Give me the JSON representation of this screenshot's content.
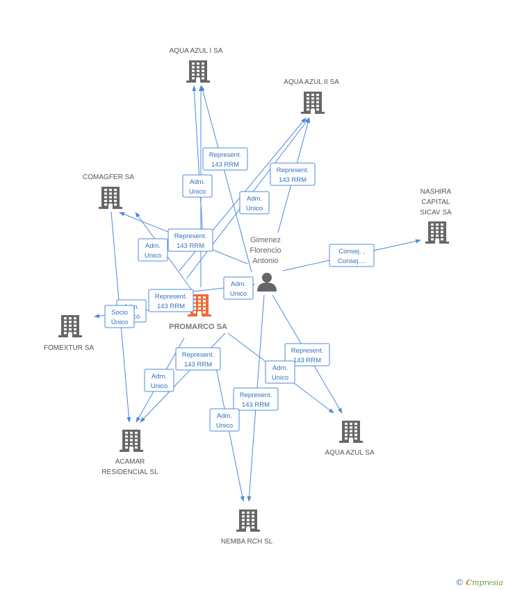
{
  "colors": {
    "edge": "#4a89dc",
    "building": "#666666",
    "focus": "#ef6b3a",
    "person": "#666666"
  },
  "nodes": [
    {
      "id": "aqua1",
      "label": [
        "AQUA AZUL I SA"
      ],
      "type": "building",
      "icon": "building-icon"
    },
    {
      "id": "aqua2",
      "label": [
        "AQUA AZUL II SA"
      ],
      "type": "building",
      "icon": "building-icon"
    },
    {
      "id": "comagfer",
      "label": [
        "COMAGFER SA"
      ],
      "type": "building",
      "icon": "building-icon"
    },
    {
      "id": "nashira",
      "label": [
        "NASHIRA",
        "CAPITAL",
        "SICAV SA"
      ],
      "type": "building",
      "icon": "building-icon"
    },
    {
      "id": "gimenez",
      "label": [
        "Gimenez",
        "Florencio",
        "Antonio"
      ],
      "type": "person",
      "icon": "person-icon"
    },
    {
      "id": "promarco",
      "label": [
        "PROMARCO SA"
      ],
      "type": "focus",
      "icon": "building-icon"
    },
    {
      "id": "fomextur",
      "label": [
        "FOMEXTUR SA"
      ],
      "type": "building",
      "icon": "building-icon"
    },
    {
      "id": "acamar",
      "label": [
        "ACAMAR",
        "RESIDENCIAL SL"
      ],
      "type": "building",
      "icon": "building-icon"
    },
    {
      "id": "aquaazul",
      "label": [
        "AQUA AZUL SA"
      ],
      "type": "building",
      "icon": "building-icon"
    },
    {
      "id": "nemba",
      "label": [
        "NEMBA RCH SL"
      ],
      "type": "building",
      "icon": "building-icon"
    }
  ],
  "edge_labels": [
    {
      "id": "e1",
      "lines": [
        "Represent.",
        "143 RRM"
      ]
    },
    {
      "id": "e2",
      "lines": [
        "Adm.",
        "Unico"
      ]
    },
    {
      "id": "e3",
      "lines": [
        "Represent.",
        "143 RRM"
      ]
    },
    {
      "id": "e4",
      "lines": [
        "Adm.",
        "Unico"
      ]
    },
    {
      "id": "e5",
      "lines": [
        "Represent.",
        "143 RRM"
      ]
    },
    {
      "id": "e6",
      "lines": [
        "Adm.",
        "Unico"
      ]
    },
    {
      "id": "e7",
      "lines": [
        "Consej. ,",
        "Consej...."
      ]
    },
    {
      "id": "e8",
      "lines": [
        "Adm.",
        "Unico"
      ]
    },
    {
      "id": "e9",
      "lines": [
        "Represent.",
        "143 RRM"
      ]
    },
    {
      "id": "e10",
      "lines": [
        "Adm.",
        "Unico"
      ]
    },
    {
      "id": "e11",
      "lines": [
        "Socio",
        "Único"
      ]
    },
    {
      "id": "e12",
      "lines": [
        "Represent.",
        "143 RRM"
      ]
    },
    {
      "id": "e13",
      "lines": [
        "Adm.",
        "Unico"
      ]
    },
    {
      "id": "e14",
      "lines": [
        "Represent.",
        "143 RRM"
      ]
    },
    {
      "id": "e15",
      "lines": [
        "Adm.",
        "Unico"
      ]
    },
    {
      "id": "e16",
      "lines": [
        "Represent.",
        "143 RRM"
      ]
    },
    {
      "id": "e17",
      "lines": [
        "Adm.",
        "Unico"
      ]
    }
  ],
  "brand": {
    "copyright": "©",
    "initial": "C",
    "name": "mpresia"
  }
}
